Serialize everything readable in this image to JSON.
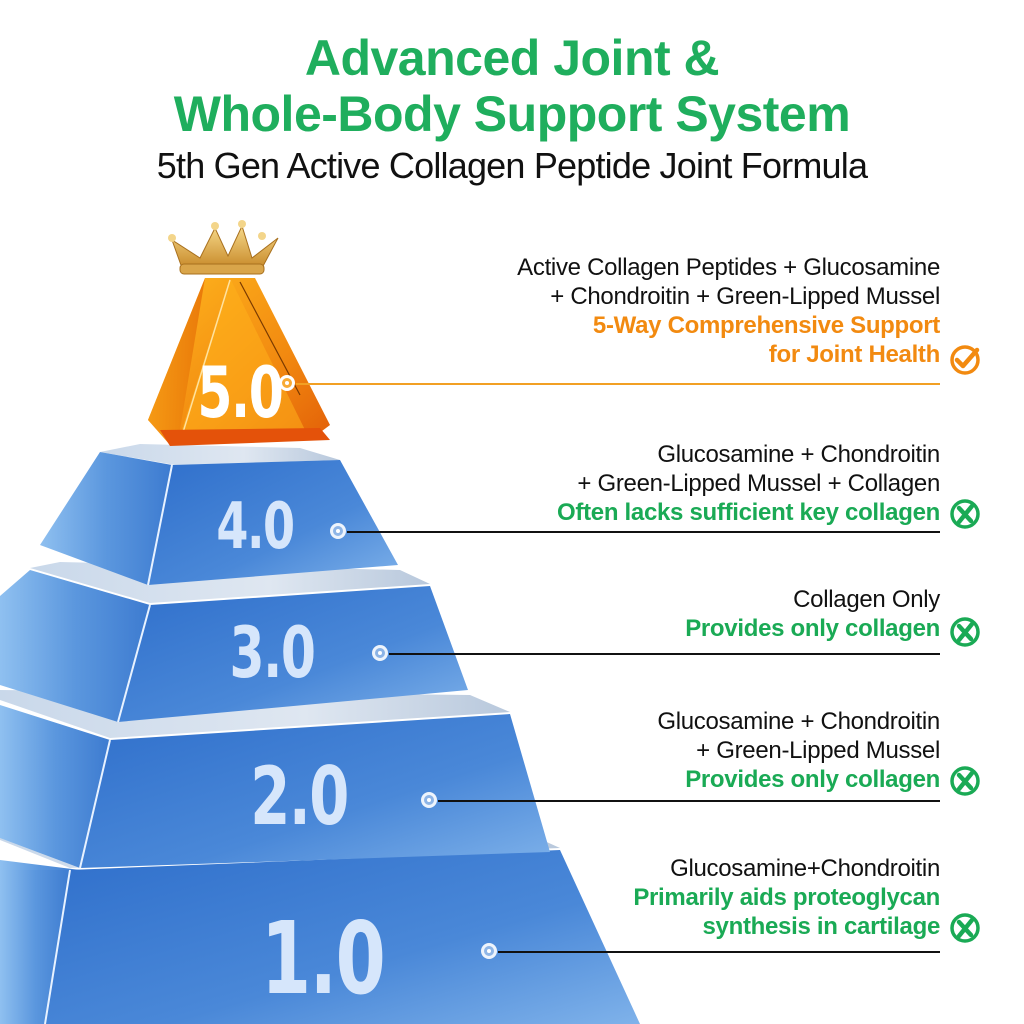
{
  "header": {
    "title_line1": "Advanced Joint &",
    "title_line2": "Whole-Body Support System",
    "subtitle": "5th Gen Active Collagen Peptide Joint Formula"
  },
  "colors": {
    "title_green": "#1fae5d",
    "note_green": "#1aaa55",
    "accent_orange": "#f28a10",
    "tier_blue": "#4a8ad8",
    "tier_gold": "#f39a14"
  },
  "tiers": [
    {
      "level": "5.0",
      "desc_lines": [
        "Active Collagen Peptides + Glucosamine",
        "+ Chondroitin + Green-Lipped Mussel"
      ],
      "note_lines": [
        "5-Way Comprehensive Support",
        "for Joint Health"
      ],
      "status": "check",
      "status_icon": "check-circle-icon"
    },
    {
      "level": "4.0",
      "desc_lines": [
        "Glucosamine + Chondroitin",
        "+ Green-Lipped Mussel + Collagen"
      ],
      "note_lines": [
        "Often lacks sufficient key collagen"
      ],
      "status": "cross",
      "status_icon": "x-circle-icon"
    },
    {
      "level": "3.0",
      "desc_lines": [
        "Collagen Only"
      ],
      "note_lines": [
        "Provides only collagen"
      ],
      "status": "cross",
      "status_icon": "x-circle-icon"
    },
    {
      "level": "2.0",
      "desc_lines": [
        "Glucosamine + Chondroitin",
        "+ Green-Lipped Mussel"
      ],
      "note_lines": [
        "Provides only collagen"
      ],
      "status": "cross",
      "status_icon": "x-circle-icon"
    },
    {
      "level": "1.0",
      "desc_lines": [
        "Glucosamine+Chondroitin"
      ],
      "note_lines": [
        "Primarily aids proteoglycan",
        "synthesis in cartilage"
      ],
      "status": "cross",
      "status_icon": "x-circle-icon"
    }
  ],
  "decor": {
    "crown_icon": "crown-icon"
  }
}
